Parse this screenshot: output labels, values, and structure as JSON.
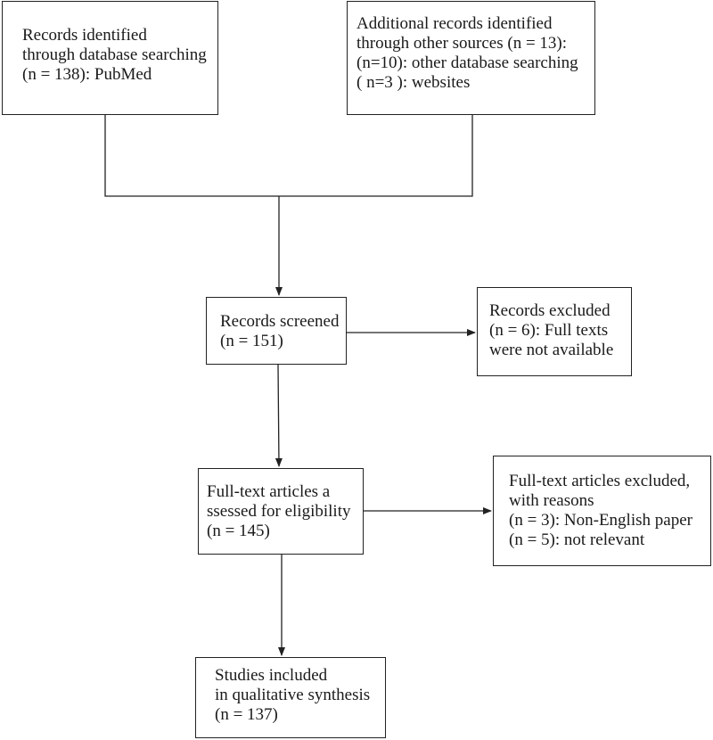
{
  "boxes": {
    "pubmed": [
      "Records identified",
      "through database searching",
      "(n = 138): PubMed"
    ],
    "other_sources": [
      "Additional records identified",
      "through other sources (n = 13):",
      "(n=10): other database searching",
      "( n=3 ): websites"
    ],
    "screened": [
      "Records screened",
      "(n = 151)"
    ],
    "excluded_records": [
      "Records excluded",
      "(n = 6): Full texts",
      "were not available"
    ],
    "fulltext_assessed": [
      "Full-text articles a",
      "ssessed for eligibility",
      "(n = 145)"
    ],
    "fulltext_excluded": [
      "Full-text articles excluded,",
      "with reasons",
      "(n = 3): Non-English paper",
      "(n = 5): not relevant"
    ],
    "included": [
      "Studies included",
      "in qualitative synthesis",
      "(n = 137)"
    ]
  }
}
